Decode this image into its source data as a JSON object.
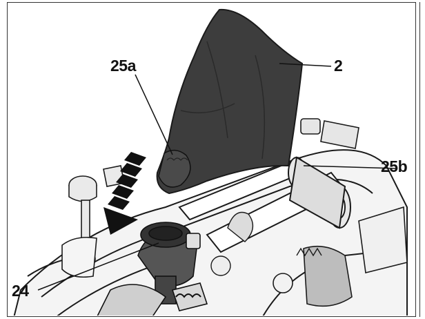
{
  "callouts": {
    "bag": "2",
    "bag_frame": "25a",
    "bag_clip": "25b",
    "chute": "24"
  },
  "colors": {
    "bag_fill": "#3d3d3d",
    "line_art": "#1a1a1a",
    "arrow": "#111111",
    "background": "#ffffff"
  },
  "icons": [
    "insert-direction-arrow-icon"
  ]
}
